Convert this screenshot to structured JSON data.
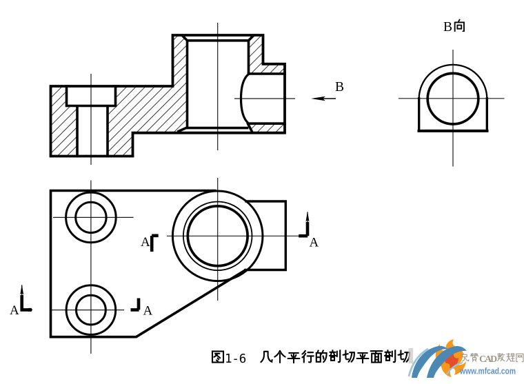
{
  "figure": {
    "caption": "图1-6  几个平行的剖切平面剖切",
    "front_view": {
      "b_arrow_label": "B"
    },
    "b_view": {
      "label": "B向"
    },
    "plan_view": {
      "section_labels": [
        "A",
        "A",
        "A",
        "A"
      ]
    }
  },
  "watermark": {
    "site_name": "免费CAD教程网",
    "site_url_text": "www.mfcad.com"
  },
  "colors": {
    "line": "#000000",
    "background": "#ffffff",
    "swoosh_blue": "#4d89b5",
    "swoosh_light_blue": "#8fbcd9",
    "flame_orange": "#f59d22",
    "flame_red": "#e14f27",
    "site_name_color": "#9e9689",
    "url_blue": "#6292c3"
  }
}
